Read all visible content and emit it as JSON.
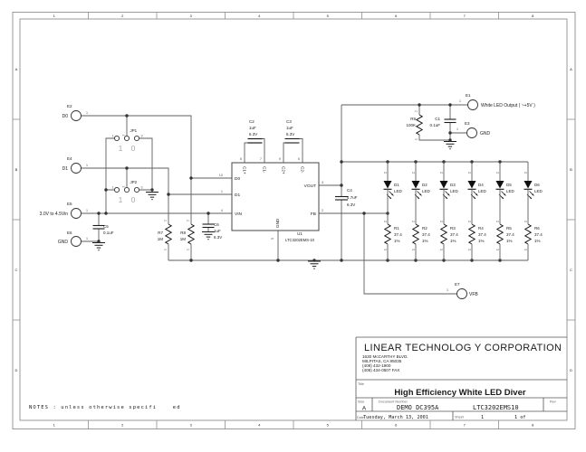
{
  "frame": {
    "columns": [
      "1",
      "2",
      "3",
      "4",
      "5",
      "6",
      "7",
      "8"
    ],
    "rows": [
      "A",
      "B",
      "C",
      "D"
    ]
  },
  "notes": "NOTES : unless otherwise specifi    ed",
  "title_block": {
    "company": "LINEAR TECHNOLOG Y CORPORATION",
    "address": [
      "1630 McCARTHY BLVD.",
      "MILPITAS, CA  95035",
      "(408) 432-1900",
      "(408) 434-0507 FAX"
    ],
    "title_label": "Title",
    "title": "High Efficiency White LED Diver",
    "size_label": "Size",
    "size": "A",
    "doc_label": "Document Number",
    "doc_number": "DEMO DC395A",
    "doc_number_2": "LTC3202EMS10",
    "rev_label": "Rev",
    "date_label": "Date:",
    "date": "Tuesday, March 13, 2001",
    "sheet_label": "Sheet",
    "sheet_number": "1",
    "sheet_of": "1 of"
  },
  "ic": {
    "ref": "U1",
    "part": "LTC3202EMS-10",
    "left_pins": [
      {
        "num": "10",
        "name": "D0"
      },
      {
        "num": "1",
        "name": "D1"
      },
      {
        "num": "4",
        "name": "VIN"
      }
    ],
    "right_pins": [
      {
        "num": "3",
        "name": "VOUT"
      },
      {
        "num": "2",
        "name": "FB"
      }
    ],
    "top_pins": [
      {
        "num": "8",
        "name": "C1+"
      },
      {
        "num": "7",
        "name": "C1-"
      },
      {
        "num": "9",
        "name": "C2+"
      },
      {
        "num": "6",
        "name": "C2-"
      }
    ],
    "bottom_pins": [
      {
        "num": "5",
        "name": "GND"
      }
    ]
  },
  "connectors": [
    {
      "ref": "E2",
      "signal": "D0",
      "pin": "1"
    },
    {
      "ref": "E4",
      "signal": "D1",
      "pin": "1"
    },
    {
      "ref": "E5",
      "signal": "3.0V to 4.5Vin",
      "pin": "1"
    },
    {
      "ref": "E6",
      "signal": "GND",
      "pin": "1"
    },
    {
      "ref": "E1",
      "signal": "White LED Output ( ~+5V )",
      "pin": "1"
    },
    {
      "ref": "E3",
      "signal": "GND",
      "pin": "1"
    },
    {
      "ref": "E7",
      "signal": "VFB",
      "pin": "1"
    }
  ],
  "jumpers": [
    {
      "ref": "JP1",
      "pin_labels": [
        "1",
        "2",
        "3"
      ],
      "setting": [
        "1",
        "0"
      ]
    },
    {
      "ref": "JP2",
      "pin_labels": [
        "1",
        "2",
        "3"
      ],
      "setting": [
        "1",
        "0"
      ]
    }
  ],
  "capacitors": [
    {
      "ref": "C1",
      "value": "0.1uF"
    },
    {
      "ref": "C2",
      "value": "1uF",
      "voltage": "6.3V"
    },
    {
      "ref": "C3",
      "value": "1uF",
      "voltage": "6.3V"
    },
    {
      "ref": "C4",
      "value": "4.7uF",
      "voltage": "6.3V"
    },
    {
      "ref": "C5",
      "value": "0.1uF"
    },
    {
      "ref": "C6",
      "value": "1uF",
      "voltage": "6.3V"
    }
  ],
  "bias_resistors": [
    {
      "ref": "R7",
      "value": "1M",
      "pin_top": "2",
      "pin_bottom": "1"
    },
    {
      "ref": "R8",
      "value": "1M",
      "pin_top": "2",
      "pin_bottom": "1"
    },
    {
      "ref": "R9",
      "value": "100K",
      "pin_top": "2",
      "pin_bottom": "1"
    }
  ],
  "leds": [
    {
      "ref": "D1",
      "label": "LED",
      "pin_top": "2"
    },
    {
      "ref": "D2",
      "label": "LED",
      "pin_top": "2"
    },
    {
      "ref": "D3",
      "label": "LED",
      "pin_top": "2"
    },
    {
      "ref": "D4",
      "label": "LED",
      "pin_top": "2"
    },
    {
      "ref": "D5",
      "label": "LED",
      "pin_top": "2"
    },
    {
      "ref": "D6",
      "label": "LED",
      "pin_top": "2"
    }
  ],
  "led_resistors": [
    {
      "ref": "R1",
      "value": "37.4",
      "tol": "1%",
      "pin_top": "2",
      "pin_bottom": "1"
    },
    {
      "ref": "R2",
      "value": "37.4",
      "tol": "1%",
      "pin_top": "2",
      "pin_bottom": "1"
    },
    {
      "ref": "R3",
      "value": "37.4",
      "tol": "1%",
      "pin_top": "2",
      "pin_bottom": "1"
    },
    {
      "ref": "R4",
      "value": "37.4",
      "tol": "1%",
      "pin_top": "2",
      "pin_bottom": "1"
    },
    {
      "ref": "R5",
      "value": "37.4",
      "tol": "1%",
      "pin_top": "2",
      "pin_bottom": "1"
    },
    {
      "ref": "R6",
      "value": "37.4",
      "tol": "1%",
      "pin_top": "2",
      "pin_bottom": "1"
    }
  ]
}
